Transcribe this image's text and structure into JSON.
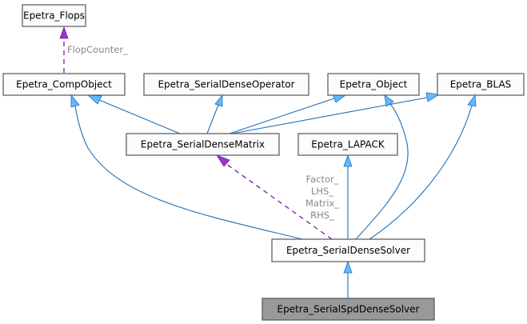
{
  "diagram": {
    "type": "class-collaboration-graph",
    "focus_class": "Epetra_SerialSpdDenseSolver",
    "colors": {
      "node_fill": "#fbfcfb",
      "focus_fill": "#999999",
      "inheritance_edge": "#1f6fb5",
      "inheritance_arrow": "#63b8ff",
      "usage_edge": "#7a1fa2",
      "usage_arrow": "#9a32cd",
      "label_text": "#888888"
    },
    "nodes": {
      "flops": "Epetra_Flops",
      "compobject": "Epetra_CompObject",
      "serialdenseoperator": "Epetra_SerialDenseOperator",
      "object": "Epetra_Object",
      "blas": "Epetra_BLAS",
      "serialdensematrix": "Epetra_SerialDenseMatrix",
      "lapack": "Epetra_LAPACK",
      "serialdensesolver": "Epetra_SerialDenseSolver",
      "serialspddensesolver": "Epetra_SerialSpdDenseSolver"
    },
    "edge_labels": {
      "flopcounter": "FlopCounter_",
      "matrix_members": [
        "Factor_",
        "LHS_",
        "Matrix_",
        "RHS_"
      ]
    },
    "edges": [
      {
        "from": "Epetra_CompObject",
        "to": "Epetra_Flops",
        "kind": "usage",
        "label": "FlopCounter_"
      },
      {
        "from": "Epetra_SerialDenseMatrix",
        "to": "Epetra_CompObject",
        "kind": "inheritance"
      },
      {
        "from": "Epetra_SerialDenseMatrix",
        "to": "Epetra_SerialDenseOperator",
        "kind": "inheritance"
      },
      {
        "from": "Epetra_SerialDenseMatrix",
        "to": "Epetra_Object",
        "kind": "inheritance"
      },
      {
        "from": "Epetra_SerialDenseMatrix",
        "to": "Epetra_BLAS",
        "kind": "inheritance"
      },
      {
        "from": "Epetra_SerialDenseSolver",
        "to": "Epetra_CompObject",
        "kind": "inheritance"
      },
      {
        "from": "Epetra_SerialDenseSolver",
        "to": "Epetra_Object",
        "kind": "inheritance"
      },
      {
        "from": "Epetra_SerialDenseSolver",
        "to": "Epetra_BLAS",
        "kind": "inheritance"
      },
      {
        "from": "Epetra_SerialDenseSolver",
        "to": "Epetra_LAPACK",
        "kind": "inheritance"
      },
      {
        "from": "Epetra_SerialDenseSolver",
        "to": "Epetra_SerialDenseMatrix",
        "kind": "usage",
        "label": "Factor_ LHS_ Matrix_ RHS_"
      },
      {
        "from": "Epetra_SerialSpdDenseSolver",
        "to": "Epetra_SerialDenseSolver",
        "kind": "inheritance"
      }
    ]
  }
}
